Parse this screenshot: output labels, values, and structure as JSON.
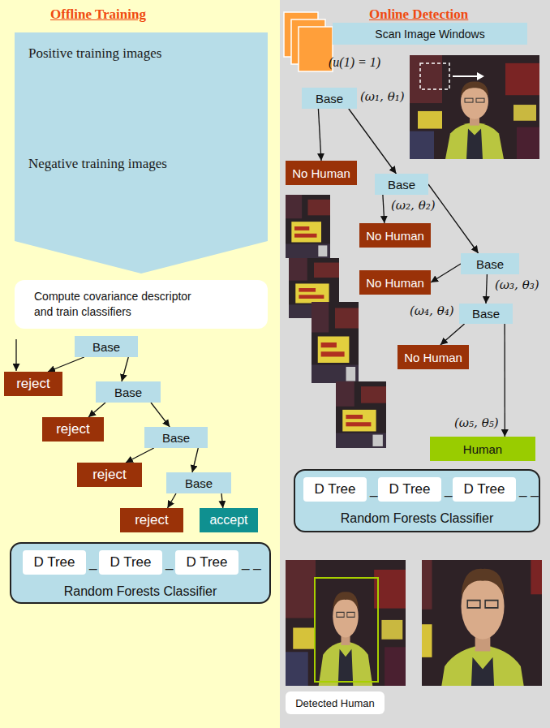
{
  "diagram": {
    "nodes": [
      {
        "text": [
          "Offline Training"
        ]
      },
      {
        "text": [
          "Positive training images",
          "Negative training images"
        ],
        "in": 0
      },
      {
        "text": [
          "Compute covariance descriptor and train classifiers"
        ],
        "in": 0
      },
      {
        "text": [
          "Base"
        ],
        "in": 0
      },
      {
        "text": [
          "reject"
        ],
        "in": 0
      },
      {
        "text": [
          "Base"
        ],
        "in": 0
      },
      {
        "text": [
          "reject"
        ],
        "in": 0
      },
      {
        "text": [
          "Base"
        ],
        "in": 0
      },
      {
        "text": [
          "reject"
        ],
        "in": 0
      },
      {
        "text": [
          "Base"
        ],
        "in": 0
      },
      {
        "text": [
          "reject"
        ],
        "in": 0
      },
      {
        "text": [
          "accept"
        ],
        "in": 0
      },
      {
        "text": [
          "Random Forests Classifier"
        ],
        "in": 0
      },
      {
        "text": [
          "D Tree"
        ],
        "in": 12
      },
      {
        "text": [
          "D Tree"
        ],
        "in": 12
      },
      {
        "text": [
          "D Tree"
        ],
        "in": 12
      },
      {
        "text": [
          "Online Detection"
        ]
      },
      {
        "text": [
          "Scan Image Windows"
        ],
        "in": 16
      },
      {
        "text": [
          "Base"
        ],
        "in": 16
      },
      {
        "text": [
          "No Human"
        ],
        "in": 16
      },
      {
        "text": [
          "Base"
        ],
        "in": 16
      },
      {
        "text": [
          "No Human"
        ],
        "in": 16
      },
      {
        "text": [
          "Base"
        ],
        "in": 16
      },
      {
        "text": [
          "No Human"
        ],
        "in": 16
      },
      {
        "text": [
          "Base"
        ],
        "in": 16
      },
      {
        "text": [
          "No Human"
        ],
        "in": 16
      },
      {
        "text": [
          "Human"
        ],
        "in": 16
      },
      {
        "text": [
          "Random Forests Classifier"
        ],
        "in": 16
      },
      {
        "text": [
          "D Tree"
        ],
        "in": 27
      },
      {
        "text": [
          "D Tree"
        ],
        "in": 27
      },
      {
        "text": [
          "D Tree"
        ],
        "in": 27
      },
      {
        "text": [
          "Detected Human"
        ],
        "in": 16
      }
    ],
    "edges": [
      {
        "from": 1,
        "to": 2,
        "arrow": "to"
      },
      {
        "from": 3,
        "to": 4,
        "arrow": "to"
      },
      {
        "from": 3,
        "to": 5,
        "arrow": "to"
      },
      {
        "from": 5,
        "to": 6,
        "arrow": "to"
      },
      {
        "from": 5,
        "to": 7,
        "arrow": "to"
      },
      {
        "from": 7,
        "to": 8,
        "arrow": "to"
      },
      {
        "from": 7,
        "to": 9,
        "arrow": "to"
      },
      {
        "from": 9,
        "to": 10,
        "arrow": "to"
      },
      {
        "from": 9,
        "to": 11,
        "arrow": "to"
      },
      {
        "from": 18,
        "to": 19,
        "arrow": "to"
      },
      {
        "from": 18,
        "to": 20,
        "arrow": "to"
      },
      {
        "from": 20,
        "to": 21,
        "arrow": "to"
      },
      {
        "from": 20,
        "to": 22,
        "arrow": "to"
      },
      {
        "from": 22,
        "to": 23,
        "arrow": "to"
      },
      {
        "from": 22,
        "to": 24,
        "arrow": "to"
      },
      {
        "from": 24,
        "to": 25,
        "arrow": "to"
      },
      {
        "from": 24,
        "to": 26,
        "arrow": "to"
      }
    ],
    "labels": [
      "_",
      "_",
      "_ _",
      "(u(1) = 1)",
      "(ω₁, θ₁)",
      "(ω₂, θ₂)",
      "(ω₃, θ₃)",
      "(ω₄, θ₄)",
      "(ω₅, θ₅)",
      "_",
      "_",
      "_ _"
    ]
  }
}
